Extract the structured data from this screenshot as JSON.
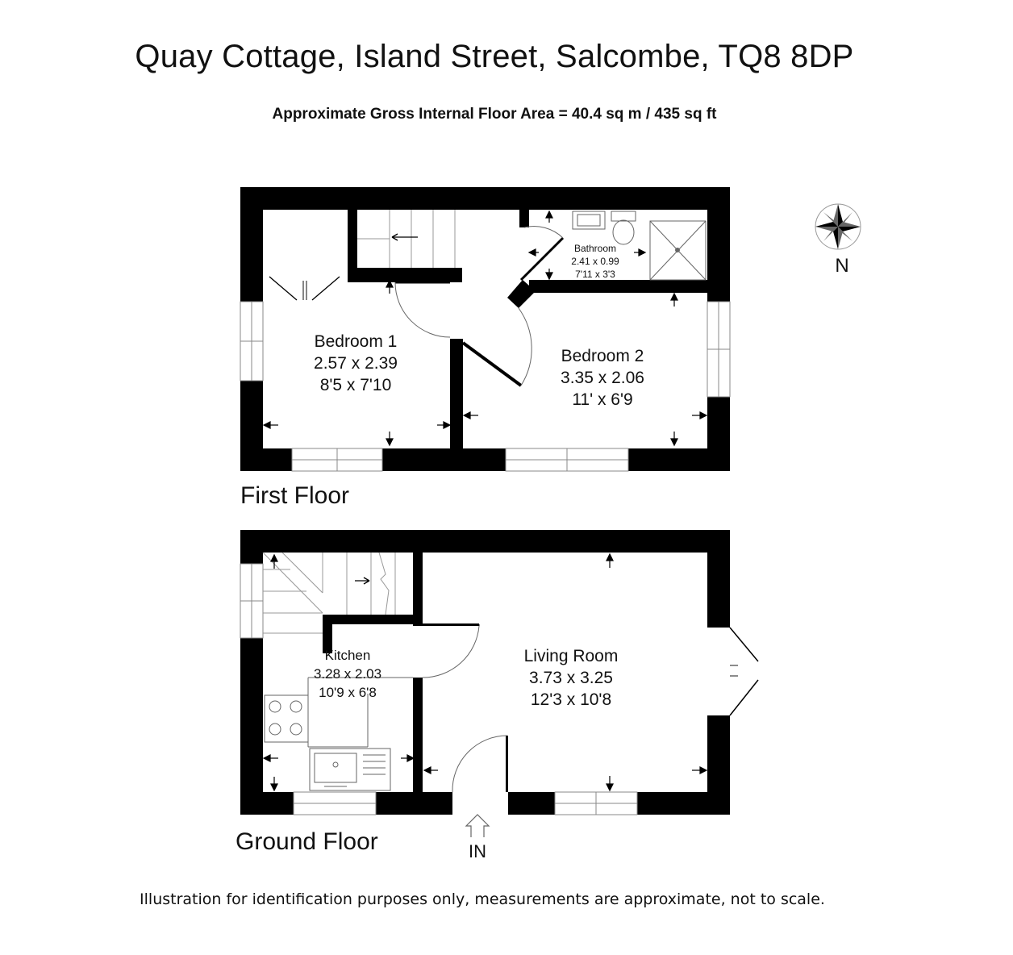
{
  "title": "Quay Cottage, Island Street, Salcombe, TQ8 8DP",
  "subtitle": "Approximate Gross Internal Floor Area = 40.4 sq m / 435 sq ft",
  "compass": {
    "label": "N"
  },
  "first_floor": {
    "label": "First Floor",
    "rooms": {
      "bedroom1": {
        "name": "Bedroom 1",
        "metric": "2.57 x 2.39",
        "imperial": "8'5 x 7'10"
      },
      "bedroom2": {
        "name": "Bedroom 2",
        "metric": "3.35 x 2.06",
        "imperial": "11' x 6'9"
      },
      "bathroom": {
        "name": "Bathroom",
        "metric": "2.41 x 0.99",
        "imperial": "7'11 x 3'3"
      }
    }
  },
  "ground_floor": {
    "label": "Ground Floor",
    "rooms": {
      "kitchen": {
        "name": "Kitchen",
        "metric": "3.28 x 2.03",
        "imperial": "10'9 x 6'8"
      },
      "living": {
        "name": "Living Room",
        "metric": "3.73 x 3.25",
        "imperial": "12'3 x 10'8"
      }
    },
    "entrance_label": "IN"
  },
  "disclaimer": "Illustration for identification purposes only, measurements are approximate, not to scale."
}
